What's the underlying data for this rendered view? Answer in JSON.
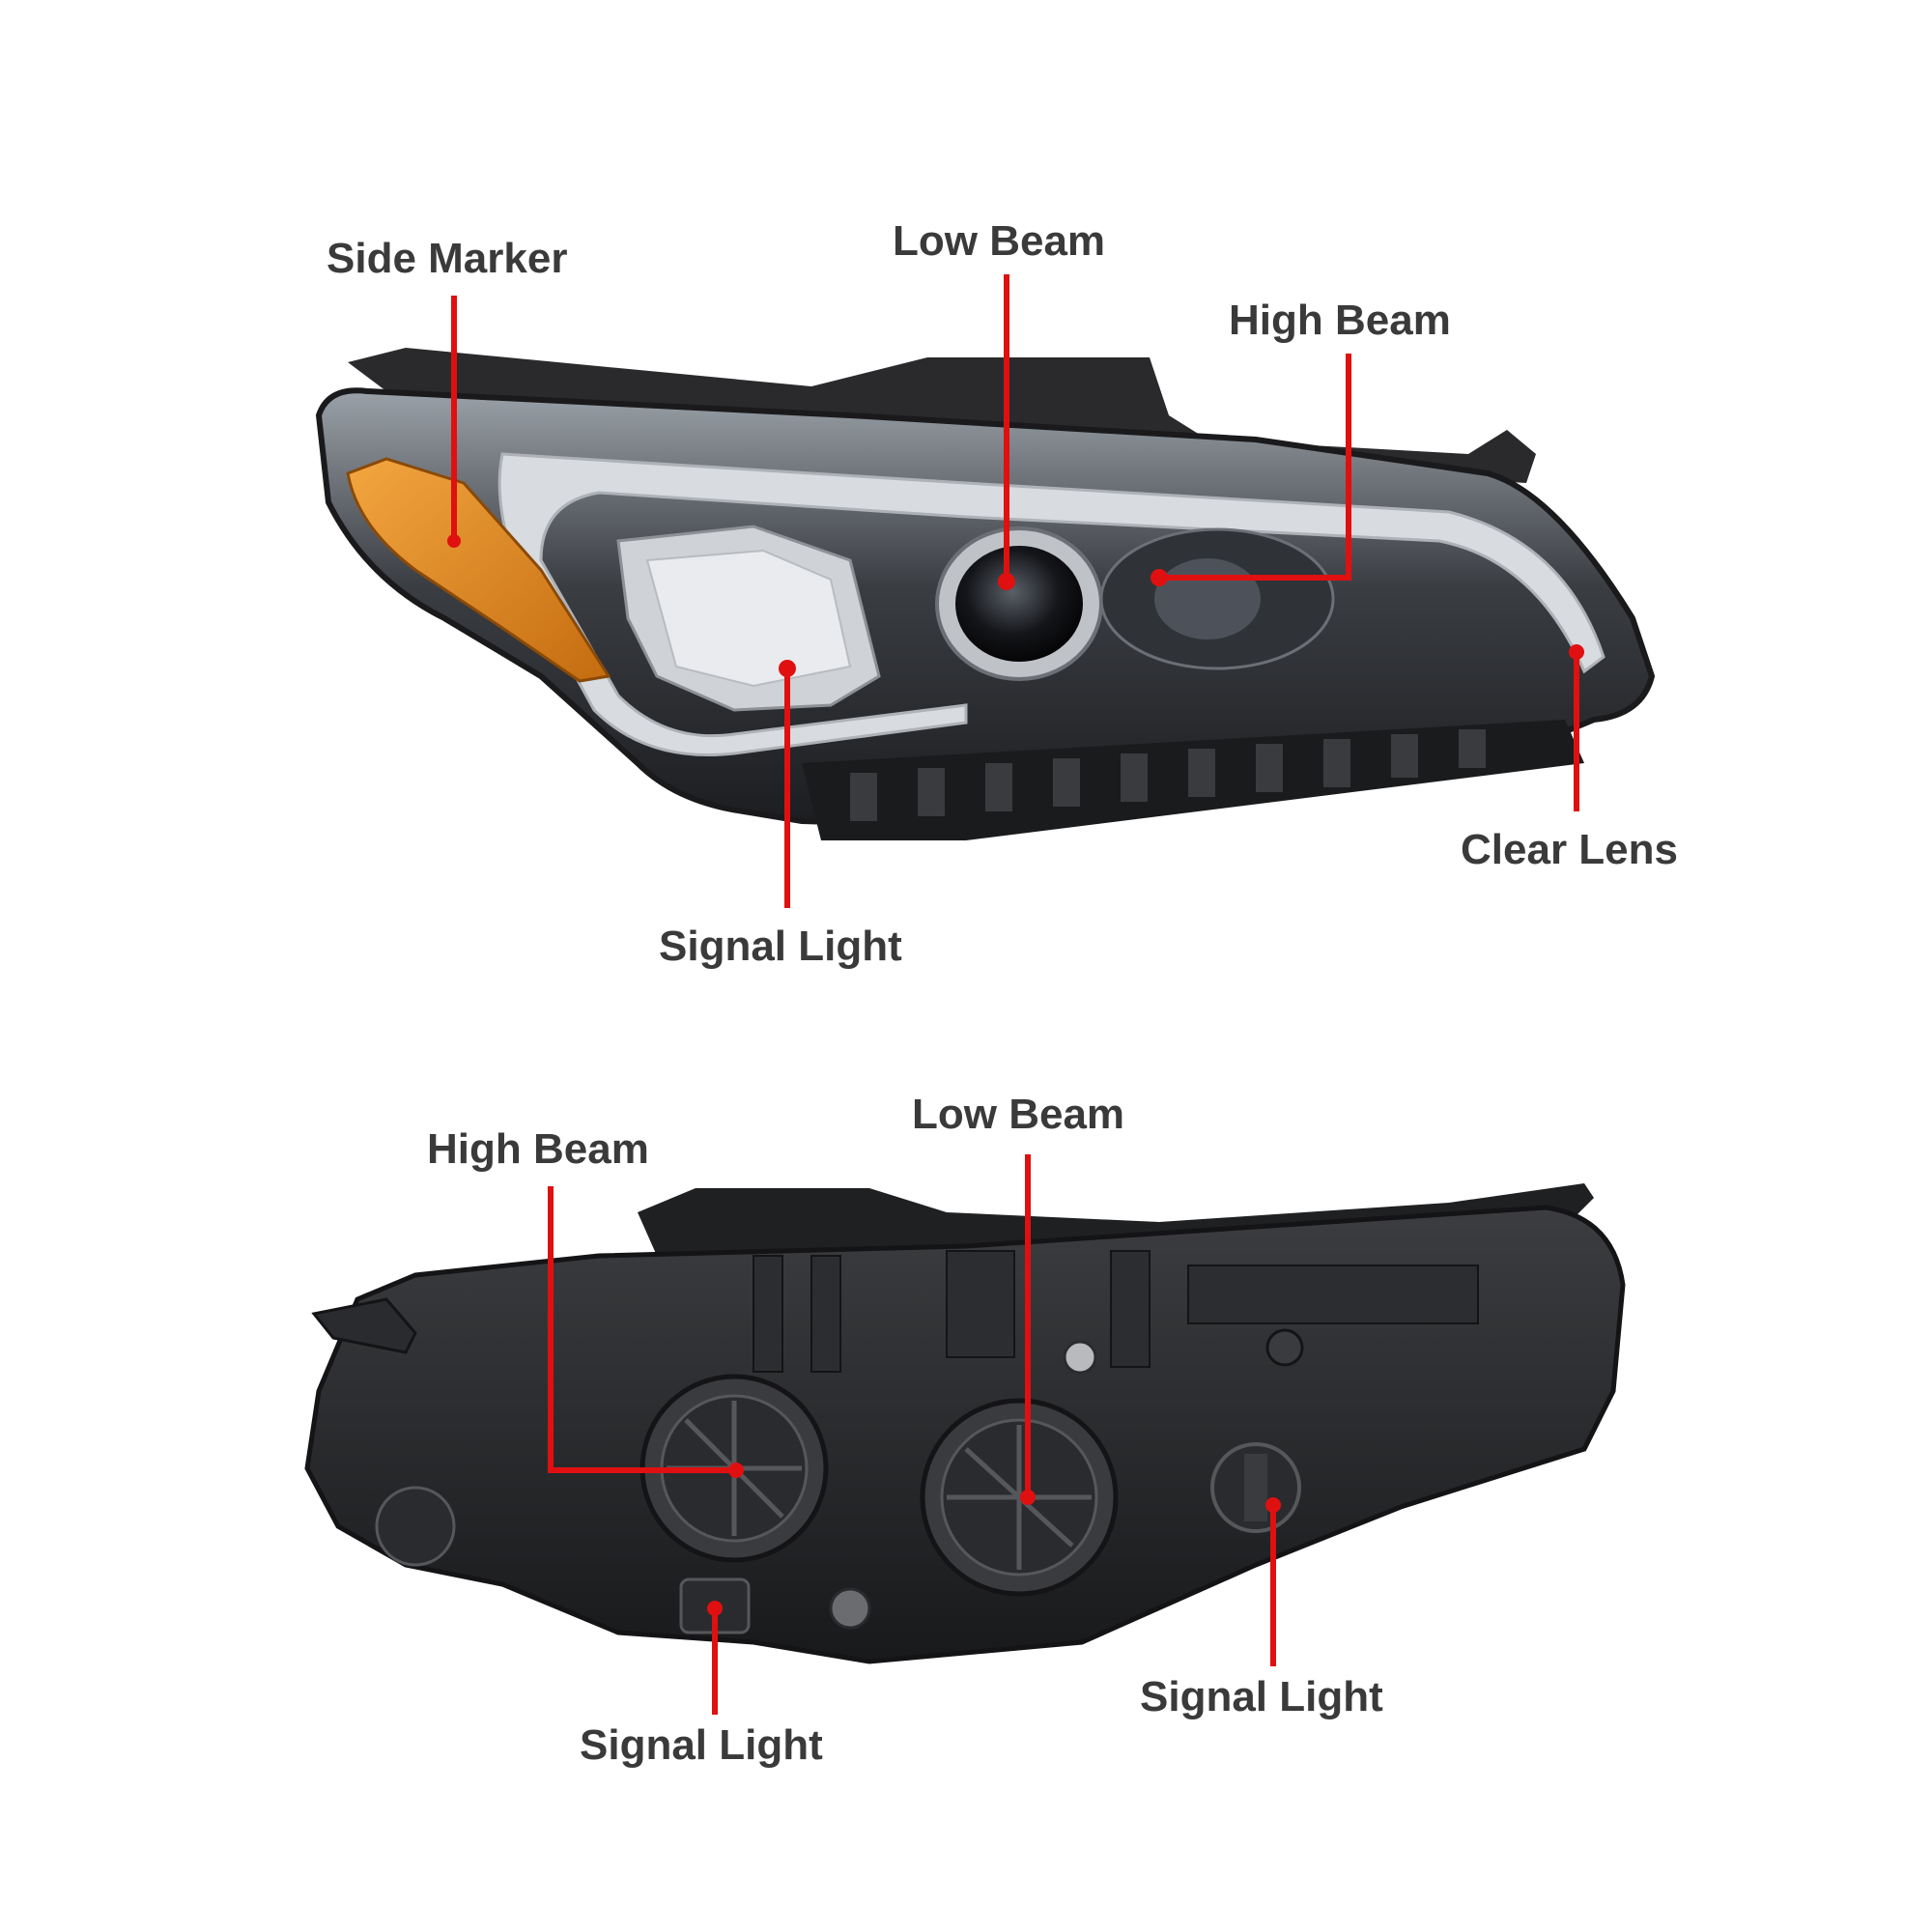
{
  "colors": {
    "background": "#ffffff",
    "label_text": "#3a3a3a",
    "callout_line": "#e01010",
    "housing_dark": "#2b2b2d",
    "chrome": "#c9ccd0",
    "amber": "#e08a1c"
  },
  "views": {
    "front": {
      "labels": {
        "side_marker": "Side Marker",
        "low_beam": "Low Beam",
        "high_beam": "High Beam",
        "signal_light": "Signal Light",
        "clear_lens": "Clear Lens"
      }
    },
    "back": {
      "labels": {
        "high_beam": "High Beam",
        "low_beam": "Low Beam",
        "signal_light_left": "Signal Light",
        "signal_light_right": "Signal Light"
      }
    }
  }
}
